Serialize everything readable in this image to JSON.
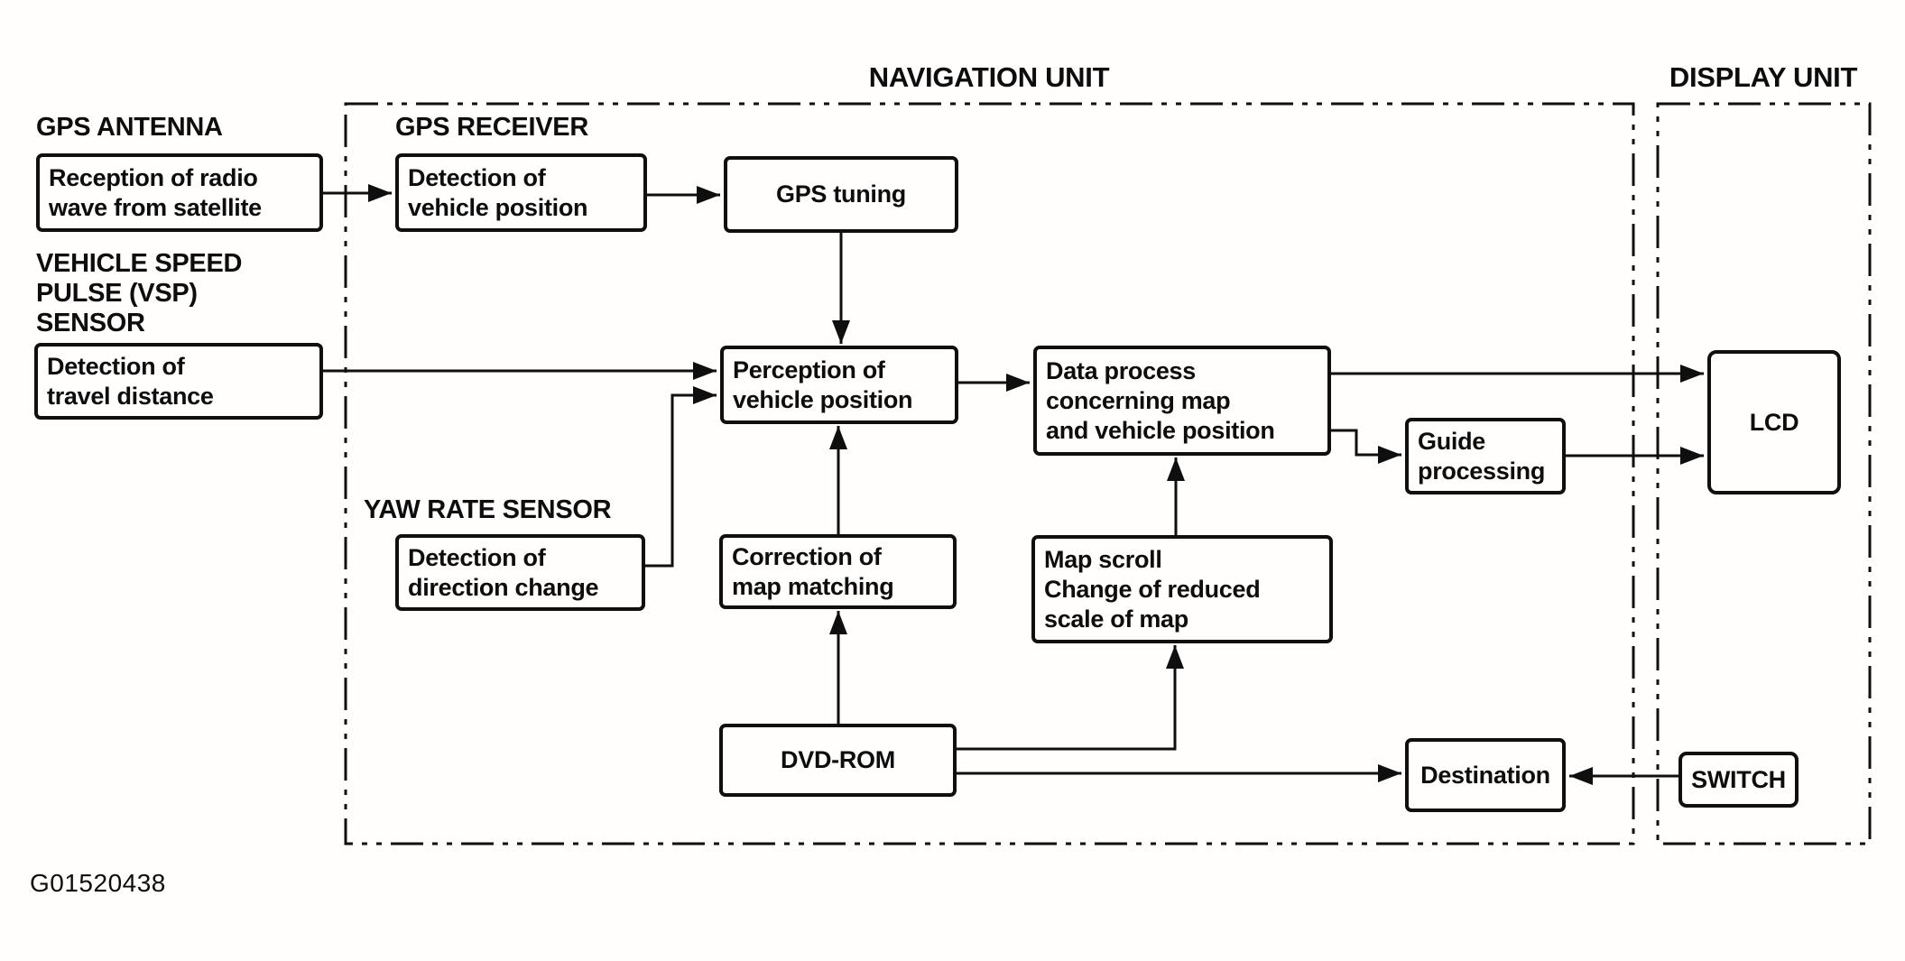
{
  "figure_id": "G01520438",
  "sections": {
    "navigation_unit": "NAVIGATION UNIT",
    "display_unit": "DISPLAY UNIT"
  },
  "external_labels": {
    "gps_antenna": "GPS ANTENNA",
    "gps_receiver": "GPS RECEIVER",
    "vsp_sensor": {
      "lines": [
        "VEHICLE SPEED",
        "PULSE (VSP)",
        "SENSOR"
      ]
    },
    "yaw_rate_sensor": "YAW RATE SENSOR"
  },
  "boxes": {
    "reception": {
      "lines": [
        "Reception of radio",
        "wave from satellite"
      ]
    },
    "detection_vehicle_position": {
      "lines": [
        "Detection of",
        "vehicle position"
      ]
    },
    "gps_tuning": {
      "lines": [
        "GPS tuning"
      ]
    },
    "detection_travel_distance": {
      "lines": [
        "Detection of",
        "travel distance"
      ]
    },
    "perception_vehicle_position": {
      "lines": [
        "Perception of",
        "vehicle position"
      ]
    },
    "data_process": {
      "lines": [
        "Data process",
        "concerning map",
        "and vehicle position"
      ]
    },
    "guide_processing": {
      "lines": [
        "Guide",
        "processing"
      ]
    },
    "lcd": {
      "lines": [
        "LCD"
      ]
    },
    "detection_direction_change": {
      "lines": [
        "Detection of",
        "direction change"
      ]
    },
    "correction_map_matching": {
      "lines": [
        "Correction of",
        "map matching"
      ]
    },
    "map_scroll": {
      "lines": [
        "Map scroll",
        "Change of reduced",
        "scale of map"
      ]
    },
    "dvd_rom": {
      "lines": [
        "DVD-ROM"
      ]
    },
    "destination": {
      "lines": [
        "Destination"
      ]
    },
    "switch": {
      "lines": [
        "SWITCH"
      ]
    }
  },
  "colors": {
    "ink": "#0f0f0f",
    "paper": "#fffefd"
  }
}
